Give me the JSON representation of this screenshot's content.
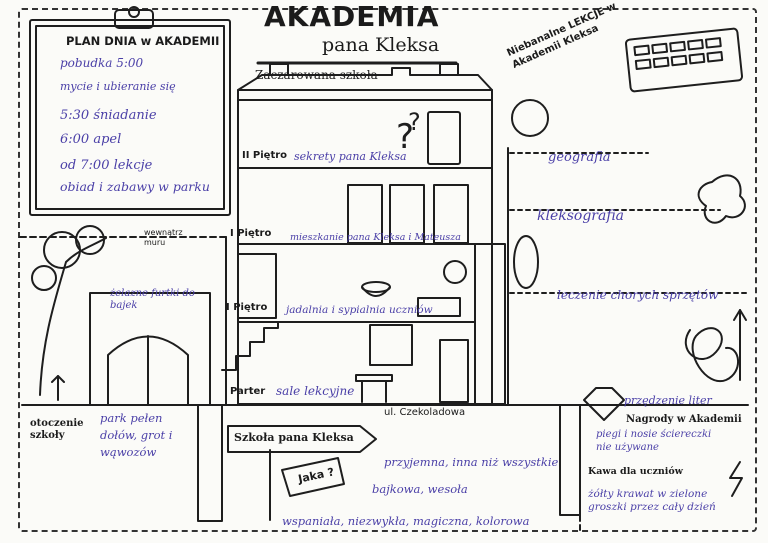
{
  "title": {
    "main": "AKADEMIA",
    "sub": "pana Kleksa"
  },
  "plan": {
    "heading": "PLAN DNIA w AKADEMII",
    "items": [
      "pobudka 5:00",
      "mycie i ubieranie się",
      "5:30 śniadanie",
      "6:00 apel",
      "od 7:00 lekcje",
      "obiad i zabawy w parku"
    ]
  },
  "school": {
    "name": "Zaczarowana szkoła",
    "floors": [
      {
        "label": "II Piętro",
        "text": "sekrety pana Kleksa"
      },
      {
        "label": "I Piętro",
        "text": "mieszkanie pana Kleksa i Mateusza"
      },
      {
        "label": "I Piętro",
        "text": "jadalnia i sypialnia uczniów"
      },
      {
        "label": "Parter",
        "text": "sale lekcyjne"
      }
    ],
    "street": "ul. Czekoladowa"
  },
  "lessons": {
    "heading": "Niebanalne LEKCJE w Akademii Kleksa",
    "items": [
      "geografia",
      "kleksografia",
      "leczenie chorych sprzętów",
      "przędzenie liter"
    ]
  },
  "left": {
    "wall_label": "wewnątrz muru",
    "gates_note": "żelazne furtki do bajek",
    "env_label": "otoczenie szkoły",
    "park_note": "park pełen dołów, grot i wąwozów"
  },
  "sign": {
    "label": "Szkoła pana Kleksa",
    "board": "Jaka ?"
  },
  "adjectives": [
    "przyjemna, inna niż wszystkie",
    "bajkowa, wesoła",
    "wspaniała, niezwykła, magiczna, kolorowa"
  ],
  "awards": {
    "heading": "Nagrody w Akademii",
    "items": [
      "piegi i nosie ściereczki nie używane",
      "Kawa dla uczniów",
      "żółty krawat w zielone groszki przez cały dzień"
    ]
  }
}
